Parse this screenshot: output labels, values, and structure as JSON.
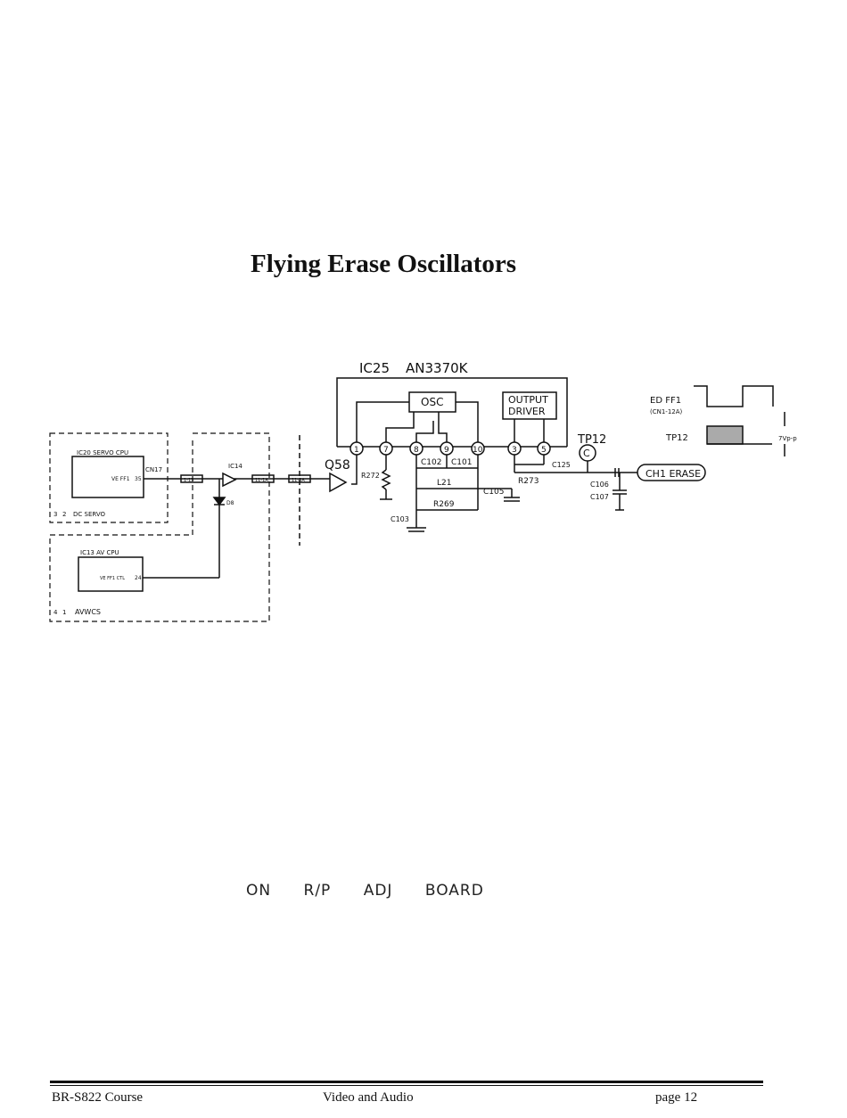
{
  "title": "Flying Erase Oscillators",
  "ic25": {
    "ref": "IC25",
    "part": "AN3370K",
    "osc": "OSC",
    "driver_line1": "OUTPUT",
    "driver_line2": "DRIVER"
  },
  "pins": [
    "1",
    "7",
    "8",
    "9",
    "10",
    "3",
    "5"
  ],
  "components": {
    "q58": "Q58",
    "r272": "R272",
    "c102": "C102",
    "c101": "C101",
    "l21": "L21",
    "r269": "R269",
    "c103": "C103",
    "c105": "C105",
    "c125": "C125",
    "r273": "R273",
    "c106": "C106",
    "c107": "C107",
    "tp12": "TP12",
    "tp12_symbol": "C",
    "erase": "CH1 ERASE"
  },
  "servo_block": {
    "chip": "IC20 SERVO CPU",
    "connector": "CN17",
    "signal": "VE FF1",
    "pin": "35",
    "footer": "DC SERVO",
    "nums": [
      "3",
      "2"
    ]
  },
  "ic14": {
    "ref": "IC14",
    "diode": "D8"
  },
  "connectors": [
    "1-13",
    "11-1A",
    "11-3A"
  ],
  "av_block": {
    "chip": "IC13 AV CPU",
    "signal": "VE FF1 CTL",
    "pin": "24",
    "footer": "AVWCS",
    "nums": [
      "4",
      "1"
    ]
  },
  "waveform": {
    "line1_label": "ED FF1",
    "line1_sub": "(CN1-12A)",
    "line2_label": "TP12",
    "amplitude": "7Vp-p"
  },
  "handwritten_note": "ON R/P ADJ BOARD",
  "footer": {
    "left": "BR-S822 Course",
    "center": "Video and Audio",
    "right": "page 12"
  }
}
